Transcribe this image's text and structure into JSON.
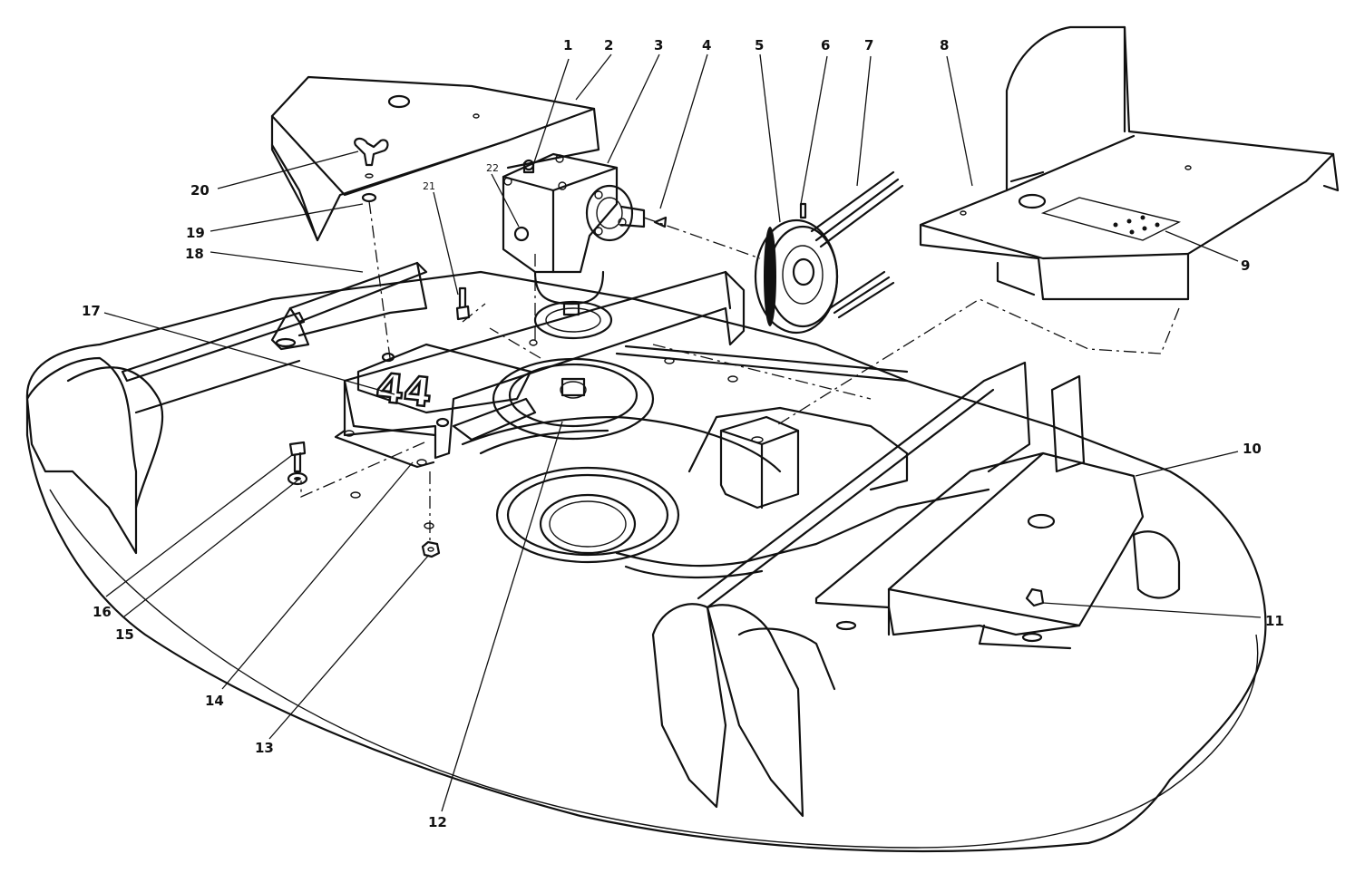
{
  "diagram": {
    "decal_text": "44",
    "callouts": [
      {
        "id": "c1",
        "label": "1"
      },
      {
        "id": "c2",
        "label": "2"
      },
      {
        "id": "c3",
        "label": "3"
      },
      {
        "id": "c4",
        "label": "4"
      },
      {
        "id": "c5",
        "label": "5"
      },
      {
        "id": "c6",
        "label": "6"
      },
      {
        "id": "c7",
        "label": "7"
      },
      {
        "id": "c8",
        "label": "8"
      },
      {
        "id": "c9",
        "label": "9"
      },
      {
        "id": "c10",
        "label": "10"
      },
      {
        "id": "c11",
        "label": "11"
      },
      {
        "id": "c12",
        "label": "12"
      },
      {
        "id": "c13",
        "label": "13"
      },
      {
        "id": "c14",
        "label": "14"
      },
      {
        "id": "c15",
        "label": "15"
      },
      {
        "id": "c16",
        "label": "16"
      },
      {
        "id": "c17",
        "label": "17"
      },
      {
        "id": "c18",
        "label": "18"
      },
      {
        "id": "c19",
        "label": "19"
      },
      {
        "id": "c20",
        "label": "20"
      },
      {
        "id": "c21",
        "label": "21"
      },
      {
        "id": "c22",
        "label": "22"
      }
    ]
  }
}
